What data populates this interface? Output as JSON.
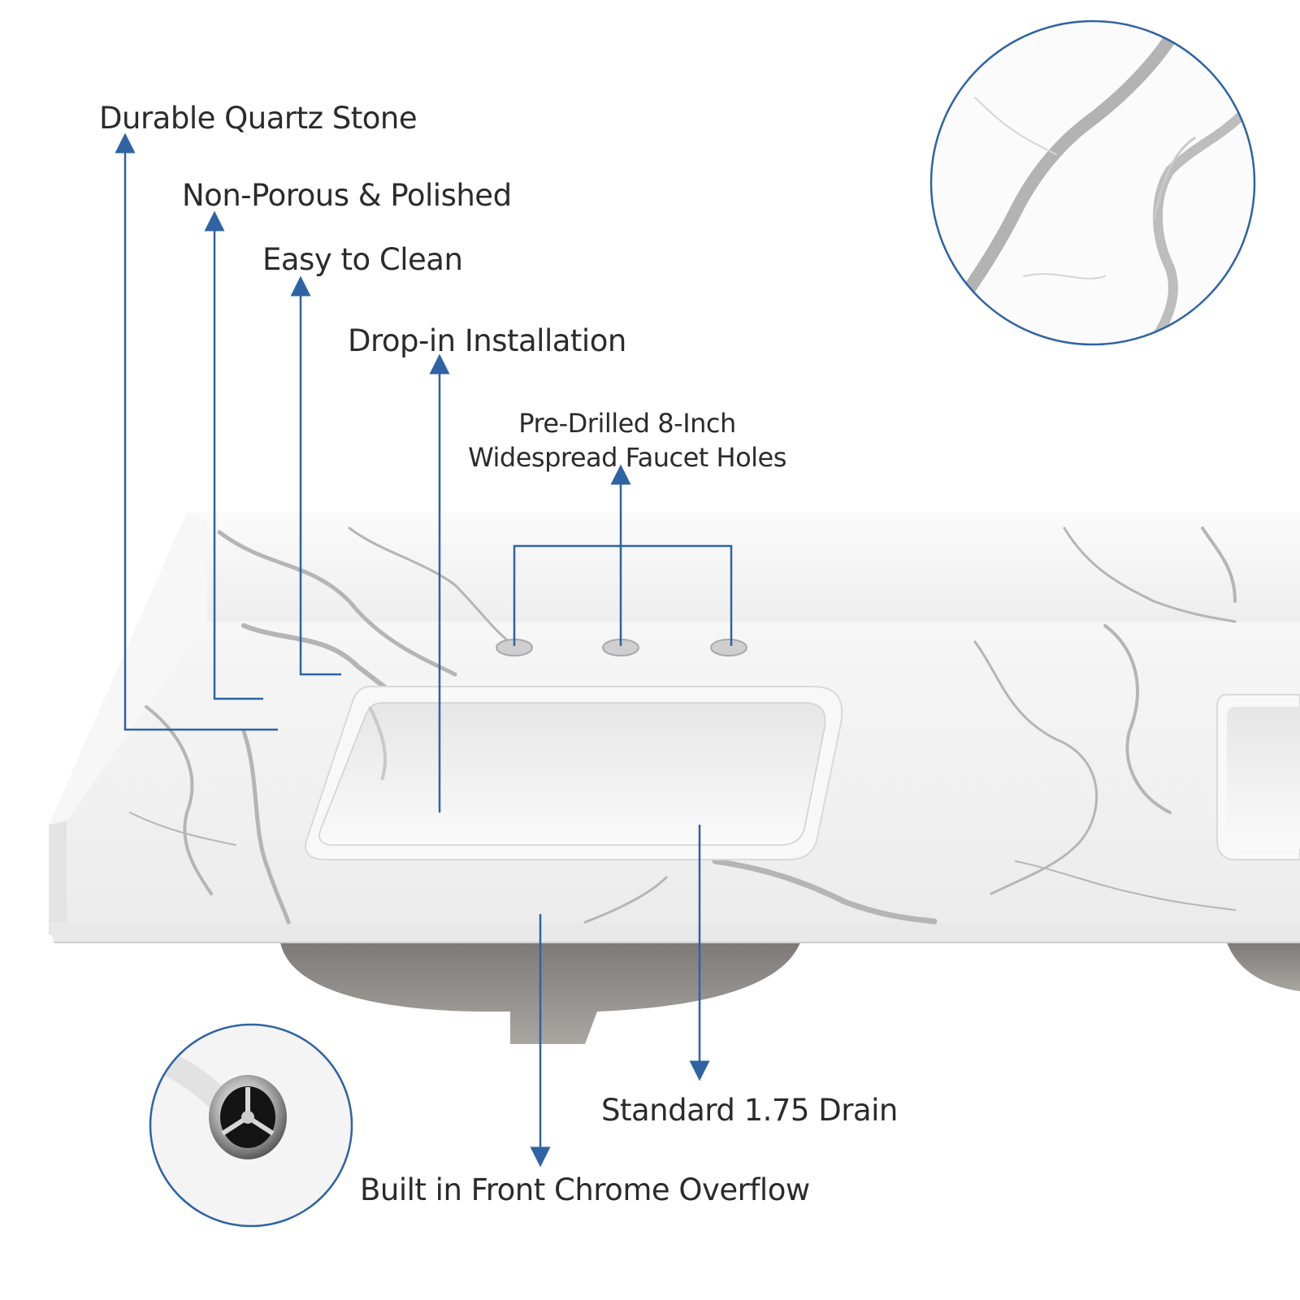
{
  "callouts": {
    "quartz": "Durable Quartz Stone",
    "porous": "Non-Porous & Polished",
    "clean": "Easy to Clean",
    "dropin": "Drop-in Installation",
    "faucet_line1": "Pre-Drilled 8-Inch",
    "faucet_line2": "Widespread Faucet Holes",
    "drain": "Standard 1.75 Drain",
    "overflow": "Built in Front Chrome Overflow"
  },
  "colors": {
    "callout_line": "#2f63a3",
    "text": "#2b2b2b",
    "stone": "#f3f3f3",
    "vein": "#b8b8b8",
    "basin_under": "#8f8c88"
  },
  "icons": {
    "marble_detail": "marble-texture-zoom",
    "overflow_detail": "chrome-overflow-ring"
  }
}
